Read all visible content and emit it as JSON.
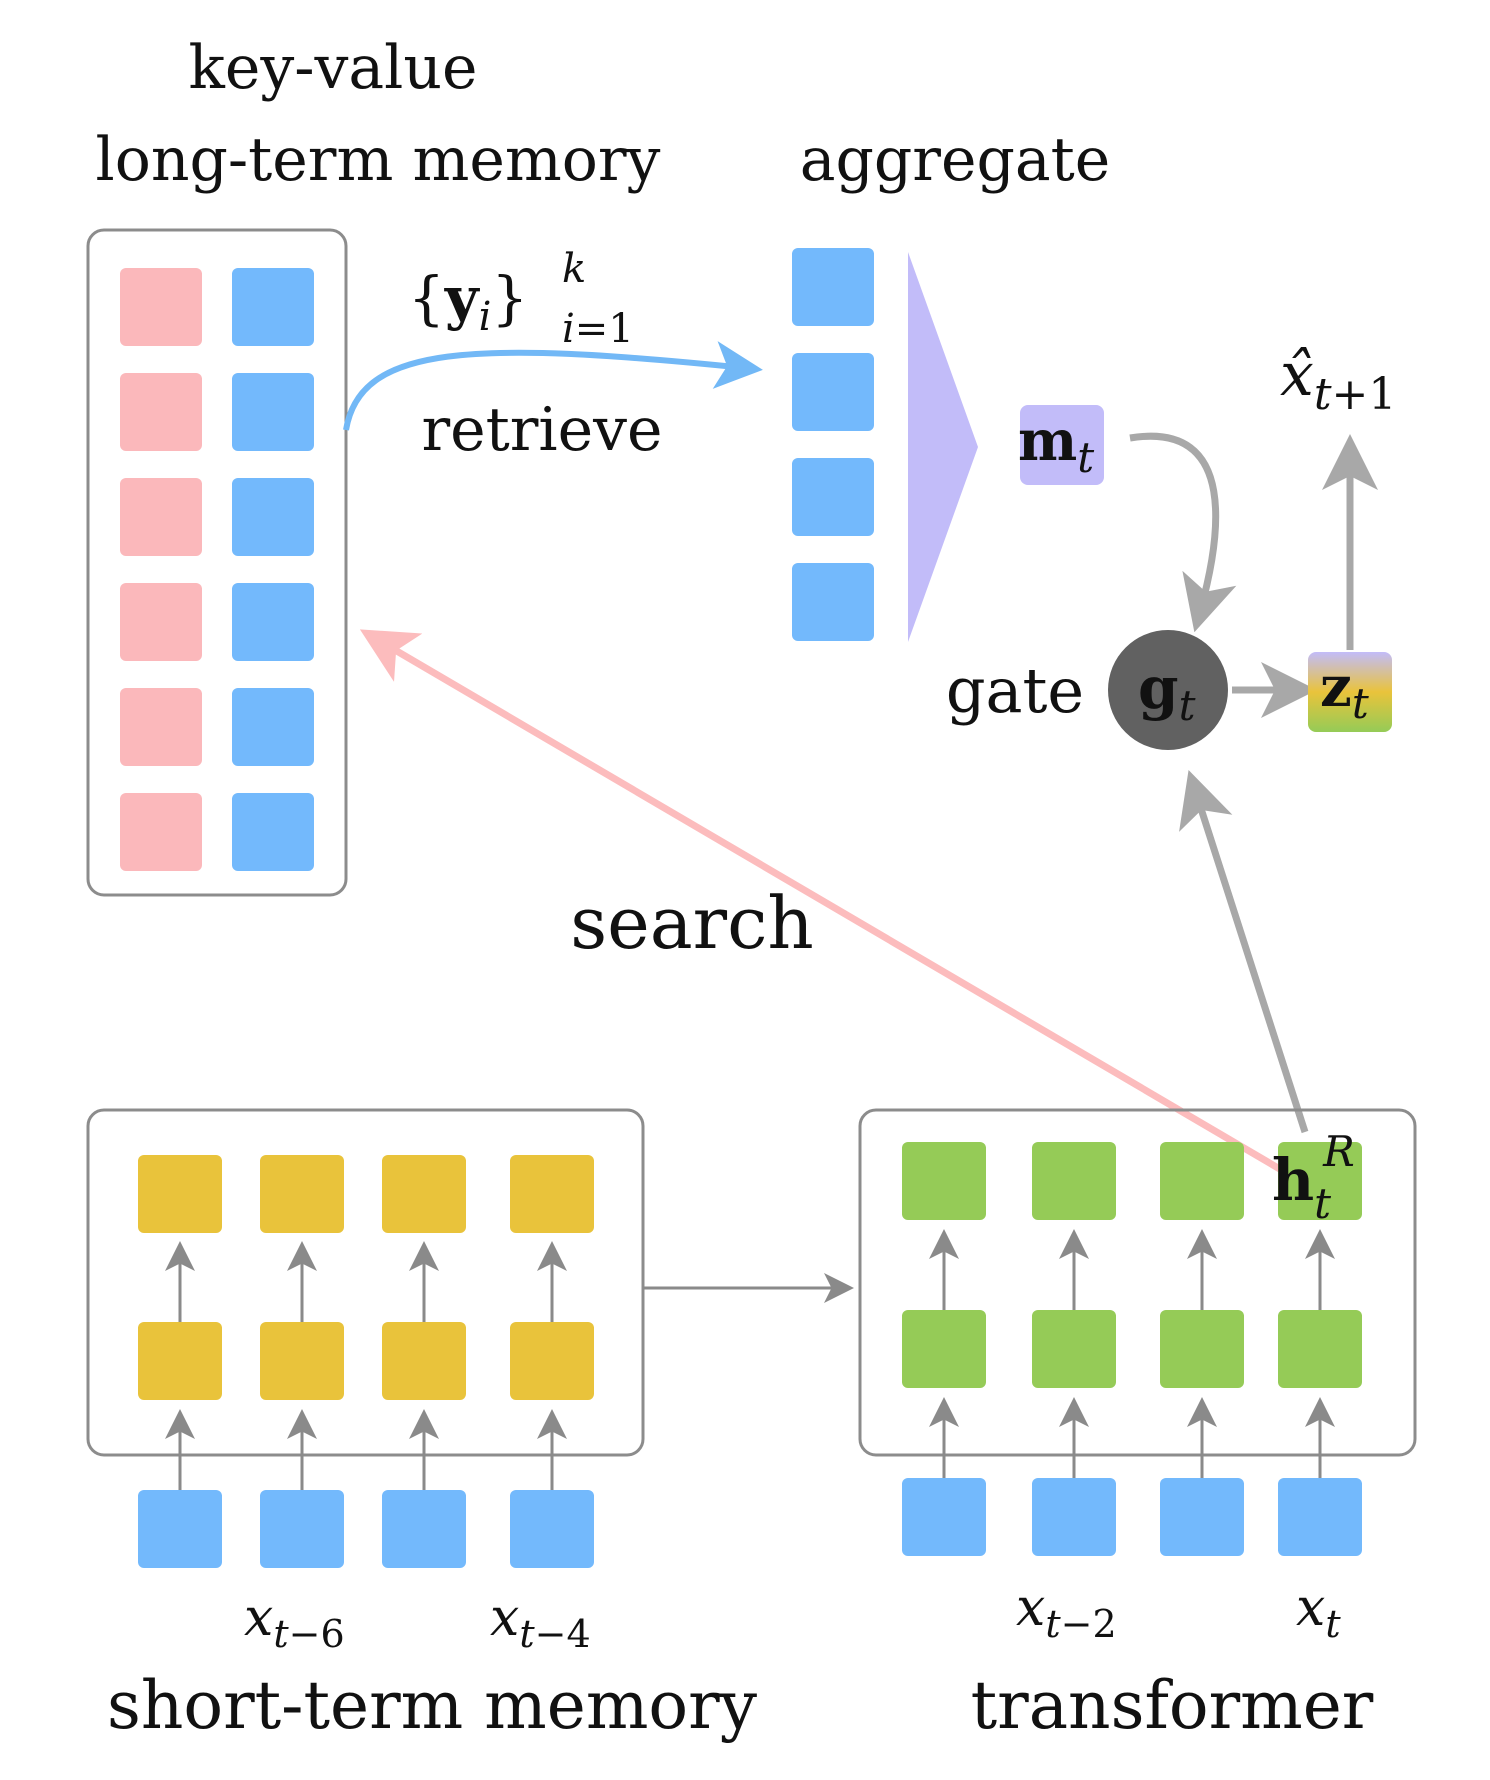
{
  "labels": {
    "kv_line1": "key-value",
    "kv_line2": "long-term memory",
    "aggregate": "aggregate",
    "retrieve": "retrieve",
    "search": "search",
    "gate": "gate",
    "short_term_memory": "short-term memory",
    "transformer": "transformer"
  },
  "math": {
    "y_set": "{yi}i=1k",
    "m_t": "mt",
    "g_t": "gt",
    "z_t": "zt",
    "x_hat_next": "x̂t+1",
    "h_t_R": "htR",
    "x_t_minus_6": "xt−6",
    "x_t_minus_4": "xt−4",
    "x_t_minus_2": "xt−2",
    "x_t": "xt"
  },
  "colors": {
    "key_pink": "#fbb8bb",
    "value_blue": "#73b9fc",
    "yellow": "#e9c33b",
    "green": "#95cb57",
    "purple": "#c2bcf9",
    "gate_dark": "#616161",
    "arrow_gray": "#a8a8a8",
    "search_pink": "#fcbcbd",
    "retrieve_blue": "#72b8f6"
  }
}
